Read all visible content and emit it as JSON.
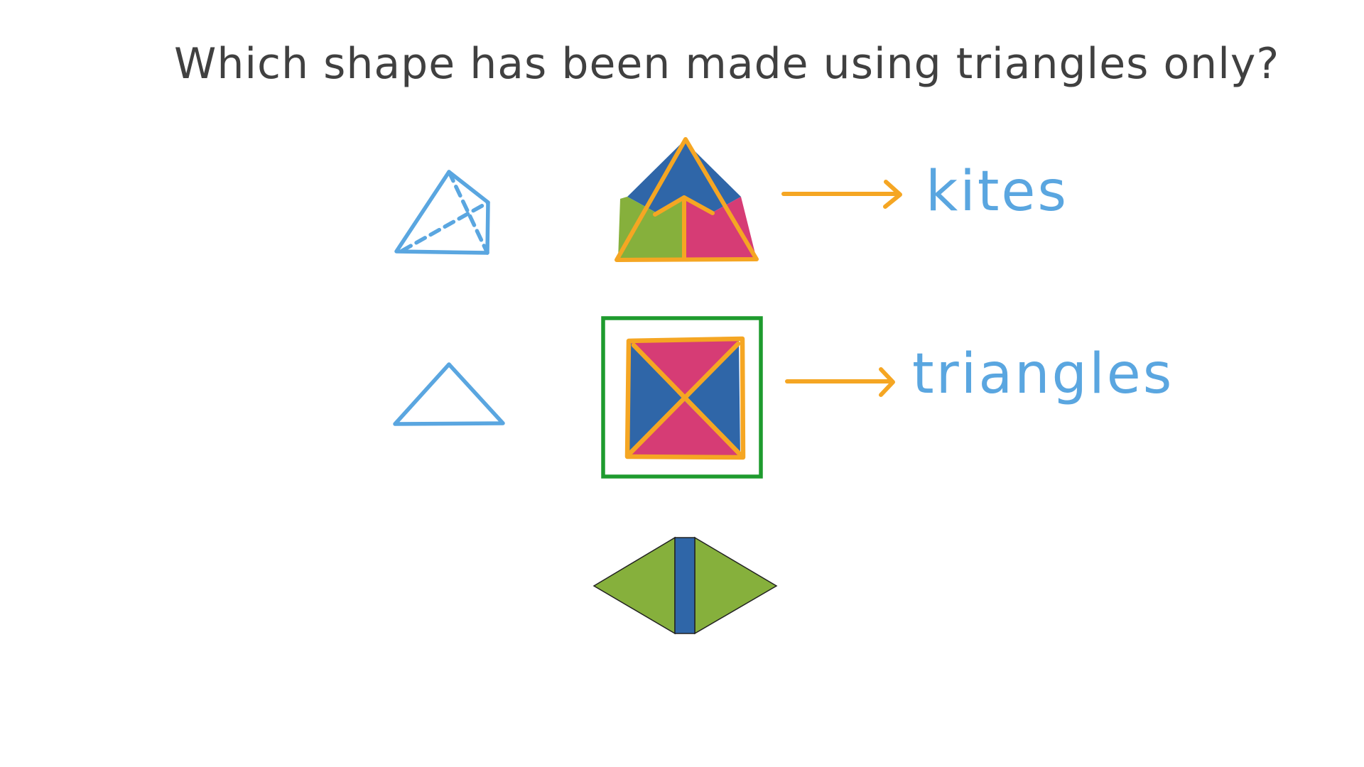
{
  "question": {
    "text": "Which shape has been made using triangles only?"
  },
  "answer_labels": {
    "top": "kites",
    "middle": "triangles"
  },
  "colors": {
    "text": "#404040",
    "sketch_blue": "#5aa6e0",
    "highlight_orange": "#f5a623",
    "answer_green": "#1e9b2e",
    "fill_blue": "#2f66a8",
    "fill_green": "#86b03c",
    "fill_pink": "#d63c75"
  },
  "shapes": [
    {
      "name": "triangle-of-kites",
      "pieces": "kites",
      "piece_count": 3
    },
    {
      "name": "square-of-triangles",
      "pieces": "triangles",
      "piece_count": 4,
      "selected": true
    },
    {
      "name": "rhombus-with-strip",
      "pieces": "triangles and rectangle",
      "piece_count": 3
    }
  ],
  "sketches": [
    {
      "name": "kite-sketch-icon"
    },
    {
      "name": "triangle-sketch-icon"
    }
  ]
}
